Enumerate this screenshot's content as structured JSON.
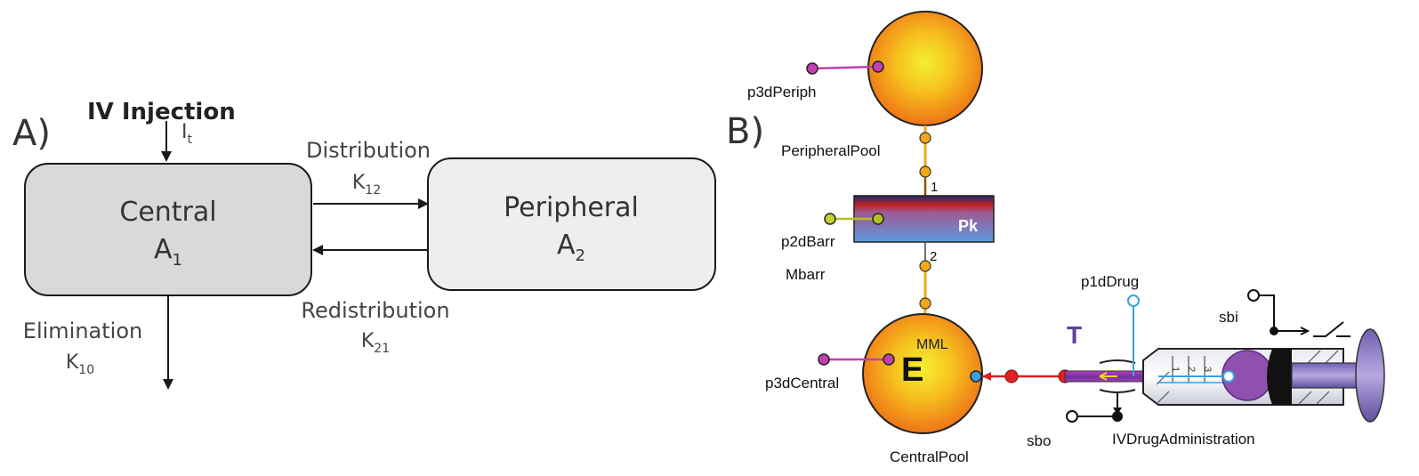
{
  "panel_a": {
    "label": "A)",
    "injection": {
      "title": "IV Injection",
      "symbol": "I",
      "subscript": "t"
    },
    "central": {
      "name": "Central",
      "symbol": "A",
      "subscript": "1"
    },
    "peripheral": {
      "name": "Peripheral",
      "symbol": "A",
      "subscript": "2"
    },
    "distribution": {
      "name": "Distribution",
      "symbol": "K",
      "subscript": "12"
    },
    "redistribution": {
      "name": "Redistribution",
      "symbol": "K",
      "subscript": "21"
    },
    "elimination": {
      "name": "Elimination",
      "symbol": "K",
      "subscript": "10"
    }
  },
  "panel_b": {
    "label": "B)",
    "labels": {
      "p3dPeriph": "p3dPeriph",
      "peripheral_pool": "PeripheralPool",
      "port1": "1",
      "pk": "Pk",
      "p2dBarr": "p2dBarr",
      "port2": "2",
      "mbarr": "Mbarr",
      "p1dDrug": "p1dDrug",
      "sbi": "sbi",
      "T": "T",
      "MML": "MML",
      "E": "E",
      "p3dCentral": "p3dCentral",
      "sbo": "sbo",
      "iv_admin": "IVDrugAdministration",
      "central_pool": "CentralPool",
      "s1": "1",
      "s2": "2",
      "s3": "3"
    }
  },
  "colors": {
    "box_central": "#d9d9db",
    "box_peripheral": "#eeeeef",
    "pool_outer": "#f07a18",
    "pool_inner": "#f8e020",
    "orange_link": "#f0a818",
    "magenta": "#c040b0",
    "olive": "#b8c020",
    "blue": "#3aa0e0",
    "red": "#e02020",
    "purple": "#9050b0",
    "T_color": "#6040a0"
  }
}
